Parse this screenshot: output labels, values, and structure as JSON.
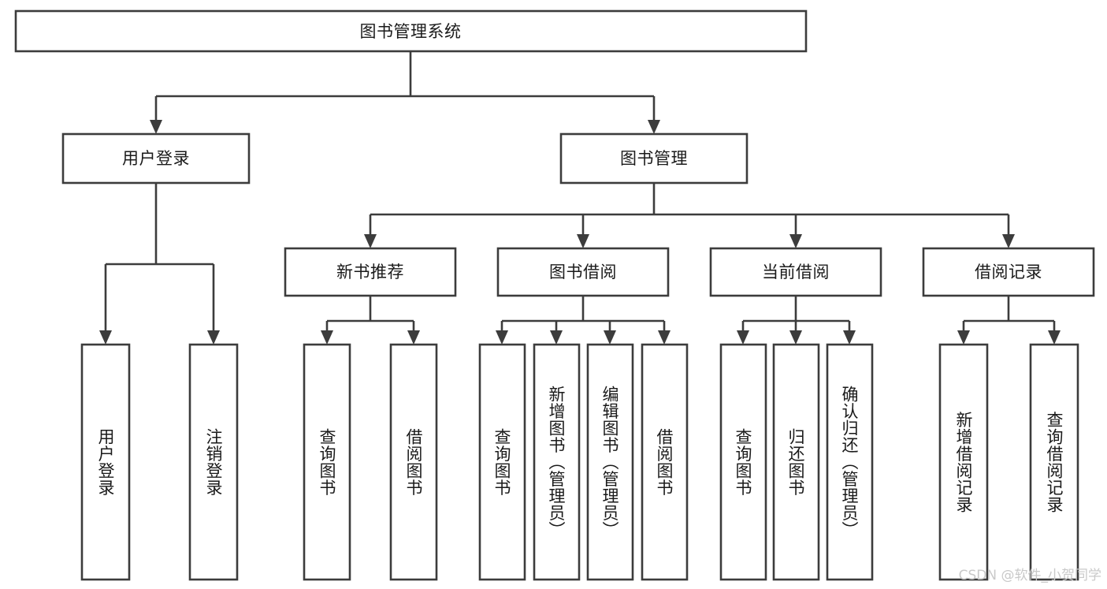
{
  "diagram": {
    "title_node": {
      "label": "图书管理系统"
    },
    "level2": [
      {
        "id": "user-login",
        "label": "用户登录"
      },
      {
        "id": "book-management",
        "label": "图书管理"
      }
    ],
    "level3": [
      {
        "id": "new-book-recommend",
        "label": "新书推荐"
      },
      {
        "id": "book-borrow",
        "label": "图书借阅"
      },
      {
        "id": "current-borrow",
        "label": "当前借阅"
      },
      {
        "id": "borrow-record",
        "label": "借阅记录"
      }
    ],
    "leaves": {
      "user_login": [
        {
          "id": "leaf-user-login",
          "label": "用户登录"
        },
        {
          "id": "leaf-logout-login",
          "label": "注销登录"
        }
      ],
      "new_book_recommend": [
        {
          "id": "leaf-query-book-1",
          "label": "查询图书"
        },
        {
          "id": "leaf-borrow-book-1",
          "label": "借阅图书"
        }
      ],
      "book_borrow": [
        {
          "id": "leaf-query-book-2",
          "label": "查询图书"
        },
        {
          "id": "leaf-add-book",
          "label": "新增图书（管理员）"
        },
        {
          "id": "leaf-edit-book",
          "label": "编辑图书（管理员）"
        },
        {
          "id": "leaf-borrow-book-2",
          "label": "借阅图书"
        }
      ],
      "current_borrow": [
        {
          "id": "leaf-query-book-3",
          "label": "查询图书"
        },
        {
          "id": "leaf-return-book",
          "label": "归还图书"
        },
        {
          "id": "leaf-confirm-return",
          "label": "确认归还（管理员）"
        }
      ],
      "borrow_record": [
        {
          "id": "leaf-add-record",
          "label": "新增借阅记录"
        },
        {
          "id": "leaf-query-record",
          "label": "查询借阅记录"
        }
      ]
    },
    "watermark": {
      "label": "CSDN @软件_小贺同学"
    },
    "colors": {
      "stroke": "#3c3c3c",
      "fill": "#ffffff",
      "text": "#1a1a1a",
      "watermark": "#c9c9c9"
    }
  }
}
